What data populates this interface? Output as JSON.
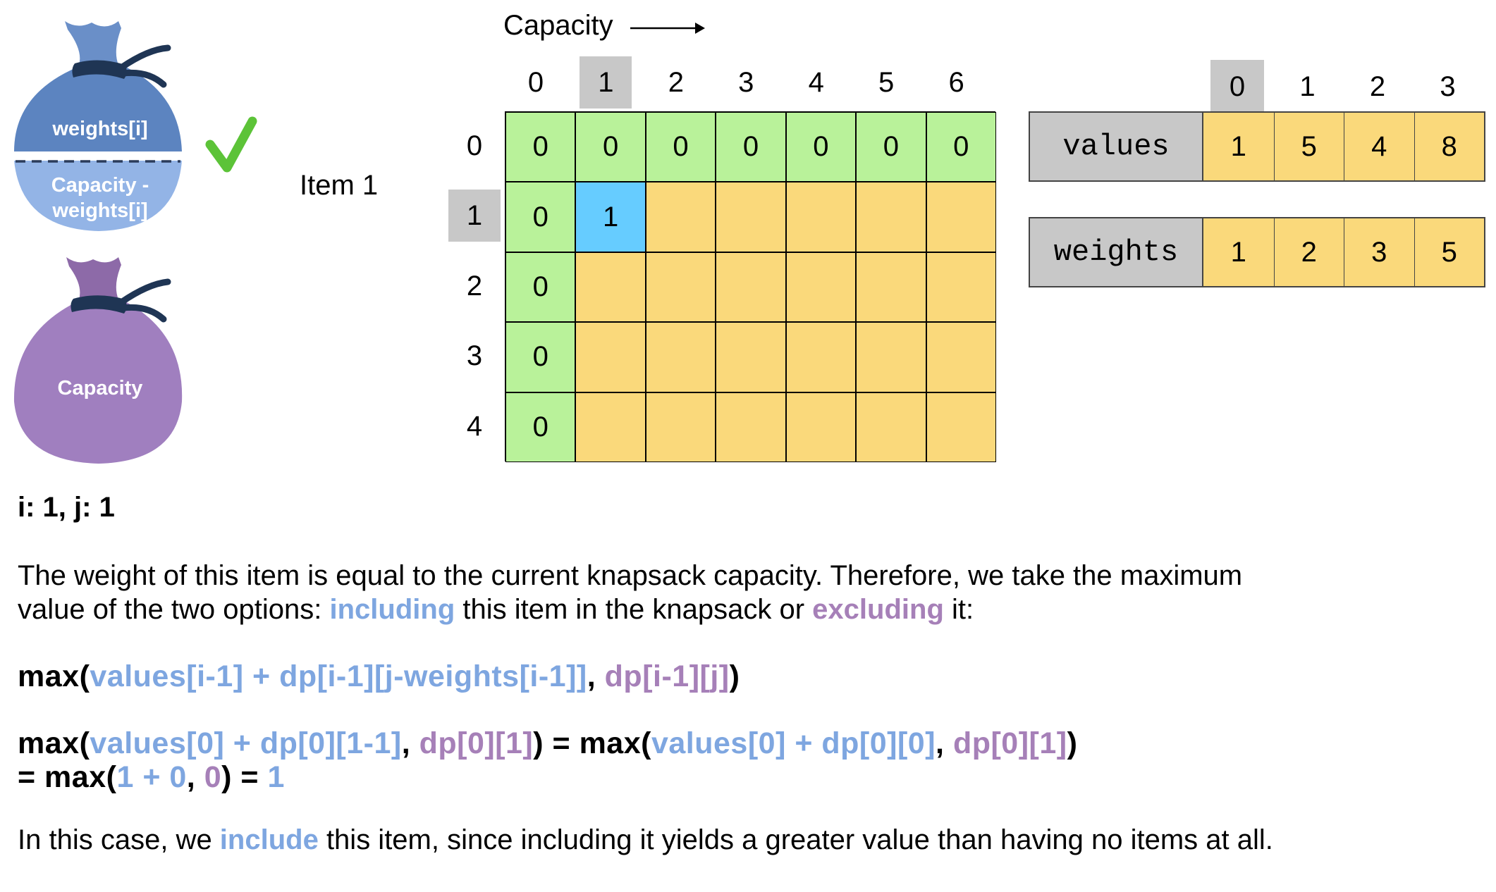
{
  "colors": {
    "green": "#b9f29a",
    "yellow": "#fad97b",
    "blue_cell": "#66ccff",
    "highlight_gray": "#c8c8c8",
    "include_blue": "#7ea6e0",
    "exclude_purple": "#a680b8",
    "check_green": "#5cc338"
  },
  "bags": {
    "top_upper_label": "weights[i]",
    "top_lower_label_1": "Capacity -",
    "top_lower_label_2": "weights[i]",
    "bottom_label": "Capacity",
    "check_icon": "check-icon"
  },
  "table": {
    "capacity_label": "Capacity",
    "item_label": "Item 1",
    "col_headers": [
      "0",
      "1",
      "2",
      "3",
      "4",
      "5",
      "6"
    ],
    "row_headers": [
      "0",
      "1",
      "2",
      "3",
      "4"
    ],
    "highlight_col": 1,
    "highlight_row": 1,
    "rows": [
      [
        "0",
        "0",
        "0",
        "0",
        "0",
        "0",
        "0"
      ],
      [
        "0",
        "1",
        "",
        "",
        "",
        "",
        ""
      ],
      [
        "0",
        "",
        "",
        "",
        "",
        "",
        ""
      ],
      [
        "0",
        "",
        "",
        "",
        "",
        "",
        ""
      ],
      [
        "0",
        "",
        "",
        "",
        "",
        "",
        ""
      ]
    ]
  },
  "arrays": {
    "index_headers": [
      "0",
      "1",
      "2",
      "3"
    ],
    "highlight_index": 0,
    "values_label": "values",
    "values": [
      "1",
      "5",
      "4",
      "8"
    ],
    "weights_label": "weights",
    "weights": [
      "1",
      "2",
      "3",
      "5"
    ]
  },
  "text": {
    "state": "i: 1, j: 1",
    "para1_a": "The weight of this item is equal to the current knapsack capacity. Therefore, we take the maximum",
    "para1_b": "value of the two options: ",
    "para1_including": "including",
    "para1_c": " this item in the knapsack or ",
    "para1_excluding": "excluding",
    "para1_d": " it:",
    "f1_max": "max(",
    "f1_blue": "values[i-1] + dp[i-1][j-weights[i-1]]",
    "f1_comma": ", ",
    "f1_purple": "dp[i-1][j]",
    "f1_close": ")",
    "f2_max": "max(",
    "f2_blue": "values[0] + dp[0][1-1]",
    "f2_comma": ", ",
    "f2_purple": "dp[0][1]",
    "f2_mid": ") = max(",
    "f2_blue2": "values[0] + dp[0][0]",
    "f2_comma2": ", ",
    "f2_purple2": "dp[0][1]",
    "f2_close": ")",
    "f3_eq": "= max(",
    "f3_blue": "1 + 0",
    "f3_comma": ", ",
    "f3_purple": "0",
    "f3_mid": ") = ",
    "f3_result": "1",
    "para2_a": "In this case, we ",
    "para2_include": "include",
    "para2_b": " this item, since including it yields a greater value than having no items at all."
  }
}
